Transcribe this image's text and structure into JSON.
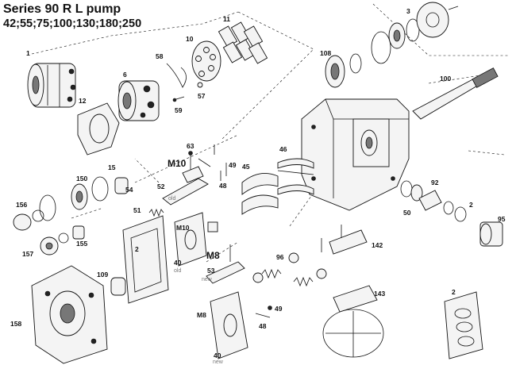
{
  "title": {
    "line1": "Series 90  R L pump",
    "line2": "42;55;75;100;130;180;250"
  },
  "labels": {
    "p1": "1",
    "p2a": "2",
    "p2b": "2",
    "p2c": "2",
    "p3": "3",
    "p6": "6",
    "p10": "10",
    "p11": "11",
    "p12": "12",
    "p15": "15",
    "p40a": "40",
    "p40b": "40",
    "p45": "45",
    "p46": "46",
    "p48a": "48",
    "p48b": "48",
    "p49a": "49",
    "p49b": "49",
    "p50": "50",
    "p51": "51",
    "p52": "52",
    "p53": "53",
    "p54": "54",
    "p57": "57",
    "p58": "58",
    "p59": "59",
    "p63": "63",
    "p92": "92",
    "p95": "95",
    "p96": "96",
    "p100": "100",
    "p108": "108",
    "p109": "109",
    "p142": "142",
    "p143": "143",
    "p150": "150",
    "p155": "155",
    "p156": "156",
    "p157": "157",
    "p158": "158",
    "m10a": "M10",
    "m10b": "M10",
    "m8a": "M8",
    "m8b": "M8",
    "old1": "old",
    "old2": "old",
    "new1": "new",
    "new2": "new"
  }
}
